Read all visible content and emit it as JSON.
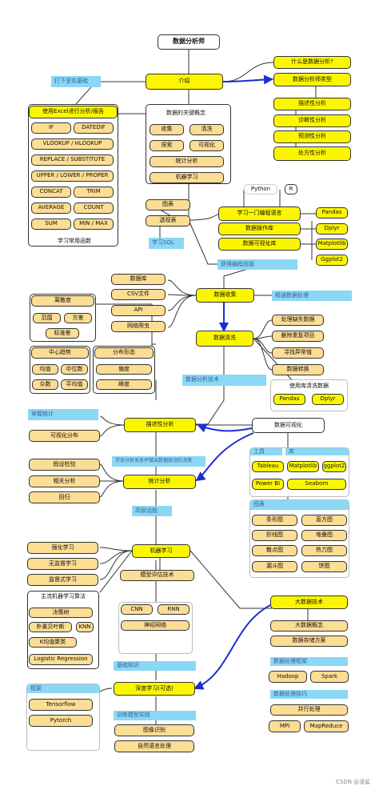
{
  "title": "数据分析师",
  "intro": "介绍",
  "intro_items": [
    "什么是数据分析?",
    "数据分析师类型"
  ],
  "analyst_types": [
    "描述性分析",
    "诊断性分析",
    "预测性分析",
    "处方性分析"
  ],
  "foundation_label": "打下坚实基础",
  "excel_title": "使用Excel进行分析/报告",
  "excel_funcs": [
    "IF",
    "DATEDIF",
    "VLOOKUP / HLOOKUP",
    "REPLACE / SUBSTITUTE",
    "UPPER / LOWER / PROPER",
    "CONCAT",
    "TRIM",
    "AVERAGE",
    "COUNT",
    "SUM",
    "MIN / MAX"
  ],
  "excel_footer": "学习常用函数",
  "key_concepts_title": "数据的关键概念",
  "key_concepts": [
    "收集",
    "清洗",
    "探索",
    "可视化",
    "统计分析",
    "机器学习"
  ],
  "charts_items": [
    "图表",
    "透视表"
  ],
  "sql_label": "学习SQL",
  "programming_top": [
    "Python",
    "R"
  ],
  "programming_title": "学习一门编程语言",
  "programming_items": [
    "数据操作库",
    "数据可视化库"
  ],
  "libs": [
    "Pandas",
    "Dplyr",
    "Matplotlib",
    "Ggplot2"
  ],
  "programming_label": "获得编程技能",
  "collection_title": "数据收集",
  "collection_items": [
    "数据库",
    "CSV文件",
    "API",
    "网络爬虫"
  ],
  "cleaning_label": "精通数据处理",
  "cleaning_title": "数据清洗",
  "cleaning_items": [
    "处理缺失数据",
    "删除重复项目",
    "寻找异常值",
    "数据转换"
  ],
  "cleaning_libs_title": "使用库清洗数据",
  "cleaning_libs": [
    "Pandas",
    "Dplyr"
  ],
  "dispersion_title": "离散度",
  "dispersion_items": [
    "范围",
    "方差",
    "标准差"
  ],
  "central_title": "中心趋势",
  "central_items": [
    "均值",
    "中位数",
    "众数",
    "平均值"
  ],
  "shape_title": "分布形态",
  "shape_items": [
    "偏度",
    "峰度"
  ],
  "analysis_label": "数据分析技术",
  "descriptive_label": "掌握统计",
  "descriptive_title": "描述性分析",
  "descriptive_item": "可视化分布",
  "viz_title": "数据可视化",
  "viz_tools_label": "工具",
  "viz_tools": [
    "Tableau",
    "Power BI"
  ],
  "viz_libs_label": "库",
  "viz_libs": [
    "Matplotlib",
    "ggplot2",
    "Seaborn"
  ],
  "viz_charts_label": "图表",
  "viz_charts": [
    "条形图",
    "直方图",
    "折线图",
    "堆叠图",
    "散点图",
    "热力图",
    "漏斗图",
    "饼图"
  ],
  "stats_label": "学会分析关系并做出数据驱动的决策",
  "stats_title": "统计分析",
  "stats_items": [
    "假设检验",
    "相关分析",
    "回归"
  ],
  "advanced_label": "高级话题",
  "ml_title": "机器学习",
  "ml_items": [
    "强化学习",
    "无监督学习",
    "监督式学习"
  ],
  "ml_eval": "模型评估技术",
  "ml_main_title": "主流机器学习算法",
  "ml_algos": [
    "决策树",
    "朴素贝叶斯",
    "KNN",
    "K均值聚类",
    "Logistic Regression"
  ],
  "dl_items": [
    "CNN",
    "RNN",
    "神经网络"
  ],
  "basics_label": "基础知识",
  "bigdata_title": "大数据技术",
  "bigdata_items": [
    "大数据概念",
    "数据存储方案"
  ],
  "bigdata_frameworks_label": "数据处理框架",
  "bigdata_frameworks": [
    "Hadoop",
    "Spark"
  ],
  "bigdata_tech_label": "数据处理技巧",
  "bigdata_tech": [
    "并行处理",
    "MPI",
    "MapReduce"
  ],
  "dl_title": "深度学习(可选)",
  "frameworks_label": "框架",
  "frameworks": [
    "Tensorflow",
    "Pytorch"
  ],
  "train_label": "训练模型实践",
  "train_items": [
    "图像识别",
    "自然语言处理"
  ],
  "footer": "CSDN @凌鲨",
  "colors": {
    "topic": "#fbf600",
    "subtopic": "#fbdd94",
    "label": "#8ad8f4",
    "arrow": "#1a2fd0"
  }
}
